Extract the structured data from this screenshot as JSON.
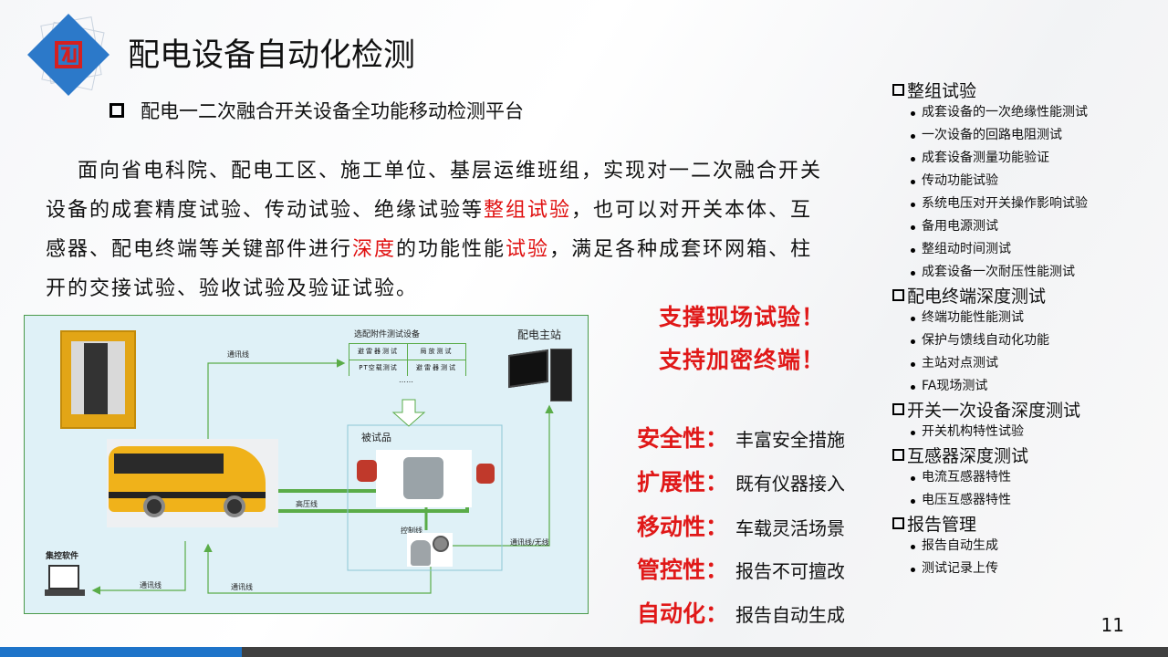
{
  "header": {
    "title": "配电设备自动化检测",
    "subtitle": "配电一二次融合开关设备全功能移动检测平台"
  },
  "paragraph": {
    "line1": "面向省电科院、配电工区、施工单位、基层运维班组，实现对一二次融合开关",
    "line2a": "设备的成套精度试验、传动试验、绝缘试验等",
    "line2b": "整组试验",
    "line2c": "，也可以对开关本体、互",
    "line3a": "感器、配电终端等关键部件进行",
    "line3b": "深度",
    "line3c": "的功能性能",
    "line3d": "试验",
    "line3e": "，满足各种成套环网箱、柱",
    "line4": "开的交接试验、验收试验及验证试验。"
  },
  "slogans": [
    "支撑现场试验！",
    "支持加密终端！"
  ],
  "features": [
    {
      "key": "安全性：",
      "value": "丰富安全措施"
    },
    {
      "key": "扩展性：",
      "value": "既有仪器接入"
    },
    {
      "key": "移动性：",
      "value": "车载灵活场景"
    },
    {
      "key": "管控性：",
      "value": "报告不可擅改"
    },
    {
      "key": "自动化：",
      "value": "报告自动生成"
    }
  ],
  "right_list": [
    {
      "heading": "整组试验",
      "items": [
        "成套设备的一次绝缘性能测试",
        "一次设备的回路电阻测试",
        "成套设备测量功能验证",
        "传动功能试验",
        "系统电压对开关操作影响试验",
        "备用电源测试",
        "整组动时间测试",
        "成套设备一次耐压性能测试"
      ]
    },
    {
      "heading": "配电终端深度测试",
      "items": [
        "终端功能性能测试",
        "保护与馈线自动化功能",
        "主站对点测试",
        "FA现场测试"
      ]
    },
    {
      "heading": "开关一次设备深度测试",
      "items": [
        "开关机构特性试验"
      ]
    },
    {
      "heading": "互感器深度测试",
      "items": [
        "电流互感器特性",
        "电压互感器特性"
      ]
    },
    {
      "heading": "报告管理",
      "items": [
        "报告自动生成",
        "测试记录上传"
      ]
    }
  ],
  "diagram": {
    "optional_title": "选配附件测试设备",
    "optional_cells": [
      "避雷器测试",
      "局放测试",
      "PT空载测试",
      "避雷器测试"
    ],
    "ellipsis": "……",
    "master_station": "配电主站",
    "dut": "被试品",
    "control_line": "控制线",
    "hv_line": "高压线",
    "comm_line": "通讯线",
    "comm_wireless": "通讯线/无线",
    "central_software": "集控软件"
  },
  "page_number": "11",
  "colors": {
    "accent_blue": "#1e74c9",
    "red": "#e01818",
    "line_green": "#5aac48"
  }
}
